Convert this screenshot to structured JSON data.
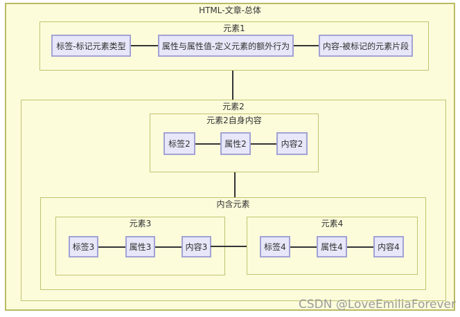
{
  "diagram": {
    "title": "HTML-文章-总体",
    "watermark": "CSDN @LoveEmiliaForever",
    "element1": {
      "title": "元素1",
      "tag": "标签-标记元素类型",
      "attr": "属性与属性值-定义元素的额外行为",
      "content": "内容-被标记的元素片段"
    },
    "element2": {
      "title": "元素2",
      "self_content": {
        "title": "元素2自身内容",
        "tag": "标签2",
        "attr": "属性2",
        "content": "内容2"
      },
      "inner": {
        "title": "内含元素",
        "element3": {
          "title": "元素3",
          "tag": "标签3",
          "attr": "属性3",
          "content": "内容3"
        },
        "element4": {
          "title": "元素4",
          "tag": "标签4",
          "attr": "属性4",
          "content": "内容4"
        }
      }
    },
    "colors": {
      "group_fill": "#fcfcdb",
      "group_border": "#c2c270",
      "node_fill": "#e7e7f9",
      "node_border": "#a2a2d5",
      "connector": "#333333",
      "watermark_text": "#9c9c9c"
    }
  }
}
